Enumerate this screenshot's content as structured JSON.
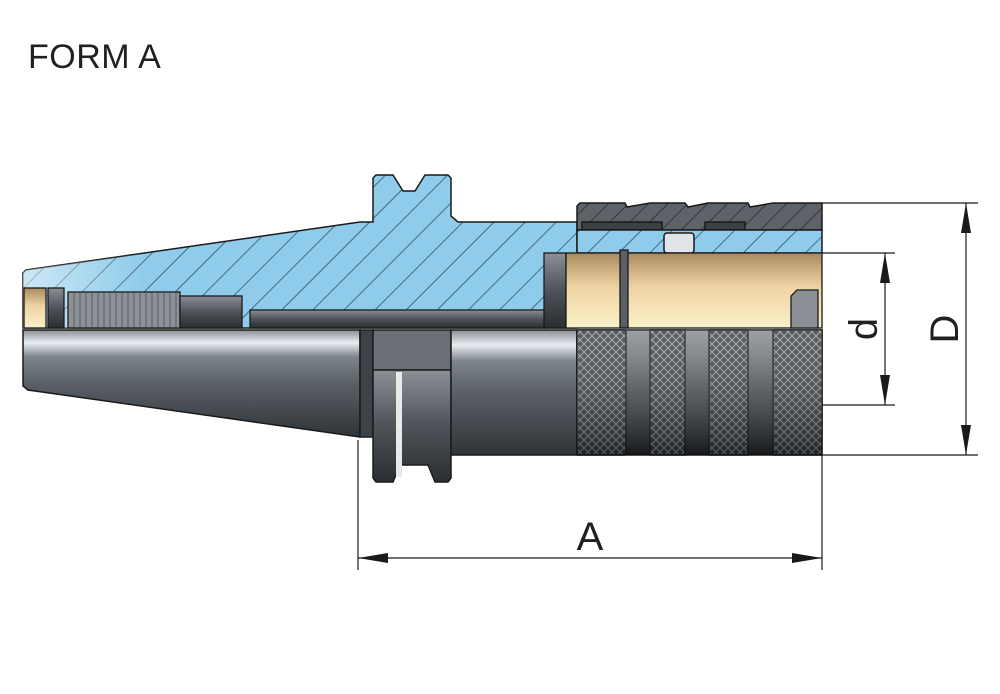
{
  "title": "FORM A",
  "dimensions": {
    "length_label": "A",
    "bore_label": "d",
    "outer_diameter_label": "D"
  },
  "colors": {
    "section_blue": "#8fcbea",
    "bore_beige": "#f5e9bd",
    "steel_dark": "#4a5056",
    "outline": "#1a1a1a"
  }
}
